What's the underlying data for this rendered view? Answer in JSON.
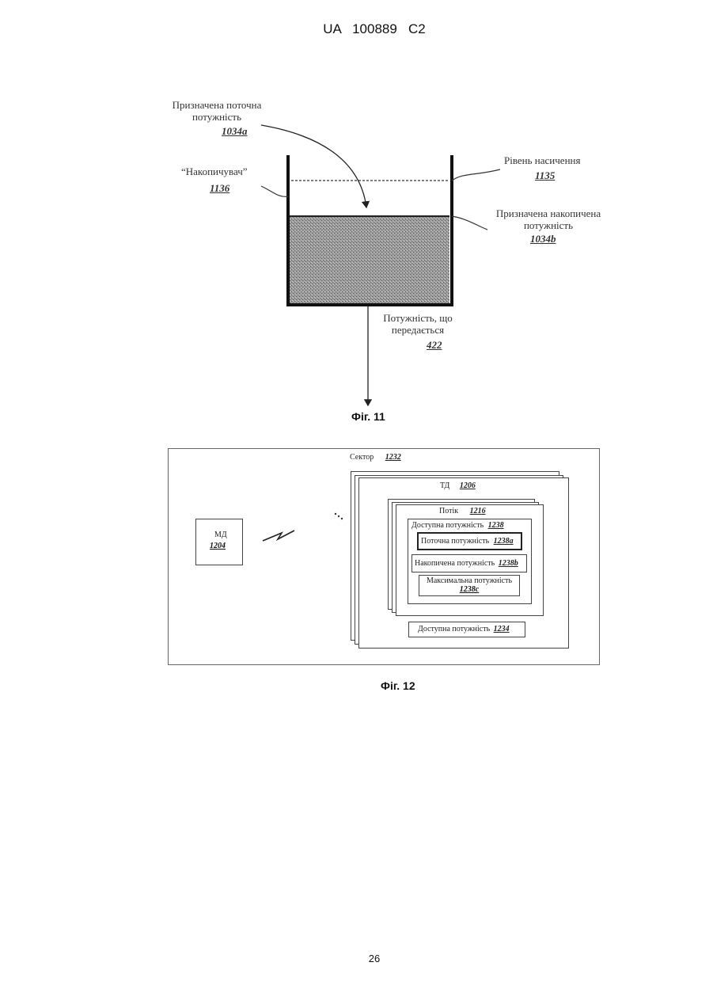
{
  "header": {
    "patent_id": "UA   100889   C2"
  },
  "fig11": {
    "assigned_current": {
      "line1": "Призначена поточна",
      "line2": "потужність",
      "ref": "1034a"
    },
    "accumulator": {
      "label": "“Накопичувач”",
      "ref": "1136"
    },
    "saturation": {
      "label": "Рівень насичення",
      "ref": "1135"
    },
    "assigned_accumulated": {
      "line1": "Призначена накопичена",
      "line2": "потужність",
      "ref": "1034b"
    },
    "transmitted": {
      "line1": "Потужність, що",
      "line2": "передається",
      "ref": "422"
    },
    "caption": "Фіг. 11"
  },
  "fig12": {
    "sector": {
      "label": "Сектор",
      "ref": "1232"
    },
    "md": {
      "label": "МД",
      "ref": "1204"
    },
    "td": {
      "label": "ТД",
      "ref": "1206"
    },
    "flow": {
      "label": "Потік",
      "ref": "1216"
    },
    "available_flow": {
      "label": "Доступна потужність",
      "ref": "1238"
    },
    "current": {
      "label": "Поточна потужність",
      "ref": "1238a"
    },
    "accumulated": {
      "label": "Накопичена потужність",
      "ref": "1238b"
    },
    "maximum": {
      "label": "Максимальна потужність",
      "ref": "1238c"
    },
    "available_td": {
      "label": "Доступна потужність",
      "ref": "1234"
    },
    "caption": "Фіг. 12"
  },
  "footer": {
    "page_number": "26"
  }
}
